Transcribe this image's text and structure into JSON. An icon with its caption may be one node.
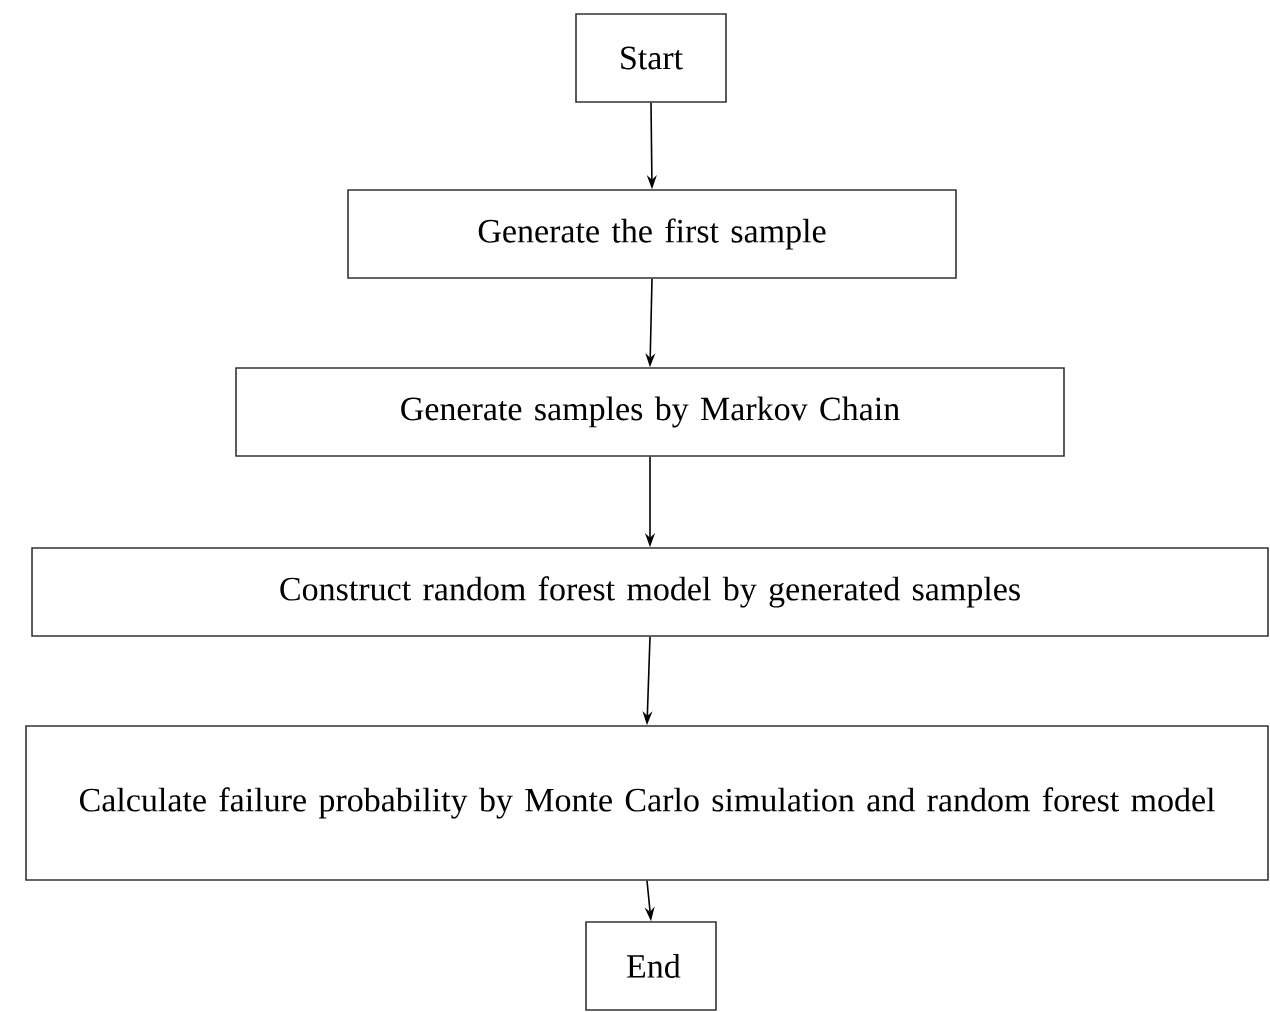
{
  "diagram": {
    "nodes": [
      {
        "text": [
          "Start"
        ]
      },
      {
        "text": [
          "Generate the first sample"
        ]
      },
      {
        "text": [
          "Generate samples by Markov Chain"
        ]
      },
      {
        "text": [
          "Construct random forest model by generated samples"
        ]
      },
      {
        "text": [
          "Calculate failure probability by Monte Carlo simulation and random forest model"
        ]
      },
      {
        "text": [
          "End"
        ]
      }
    ],
    "edges": [
      {
        "from": 0,
        "to": 1,
        "arrow": "to"
      },
      {
        "from": 1,
        "to": 2,
        "arrow": "to"
      },
      {
        "from": 2,
        "to": 3,
        "arrow": "to"
      },
      {
        "from": 3,
        "to": 4,
        "arrow": "to"
      },
      {
        "from": 4,
        "to": 5,
        "arrow": "to"
      }
    ]
  }
}
